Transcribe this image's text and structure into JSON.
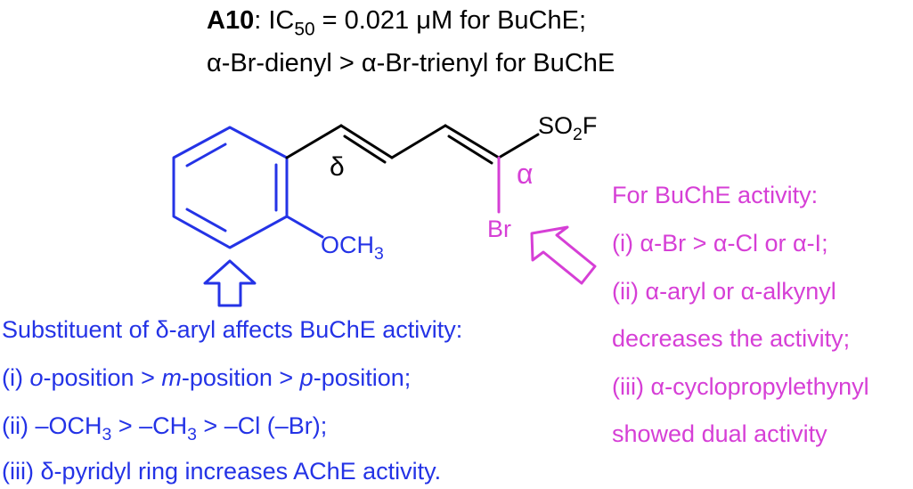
{
  "header": {
    "compound": "A10",
    "ic50_prefix": ": IC",
    "ic50_sub": "50",
    "ic50_rest": " = 0.021 μM for BuChE;",
    "line2": "α-Br-dienyl > α-Br-trienyl for BuChE"
  },
  "structure": {
    "delta_label": "δ",
    "alpha_label": "α",
    "sulfonyl_main": "SO",
    "sulfonyl_sub": "2",
    "sulfonyl_end": "F",
    "bromo": "Br",
    "methoxy_main": "OCH",
    "methoxy_sub": "3"
  },
  "left_notes": {
    "title": "Substituent of δ-aryl affects BuChE activity:",
    "item1": {
      "p1": "(i) ",
      "i1": "o",
      "p2": "-position > ",
      "i2": "m",
      "p3": "-position > ",
      "i3": "p",
      "p4": "-position;"
    },
    "item2": {
      "p1": "(ii) –OCH",
      "sub": "3",
      "p2": " > –CH",
      "sub2": "3",
      "p3": " > –Cl (–Br);"
    },
    "item3": "(iii) δ-pyridyl ring increases AChE activity."
  },
  "right_notes": {
    "title": "For BuChE activity:",
    "line1": "(i) α-Br > α-Cl or α-I;",
    "line2": "(ii) α-aryl or α-alkynyl",
    "line3": "decreases the activity;",
    "line4": "(iii) α-cyclopropylethynyl",
    "line5": "showed dual activity"
  },
  "colors": {
    "text": "#000000",
    "aryl_blue": "#2433e6",
    "alpha_magenta": "#d63fd6"
  }
}
